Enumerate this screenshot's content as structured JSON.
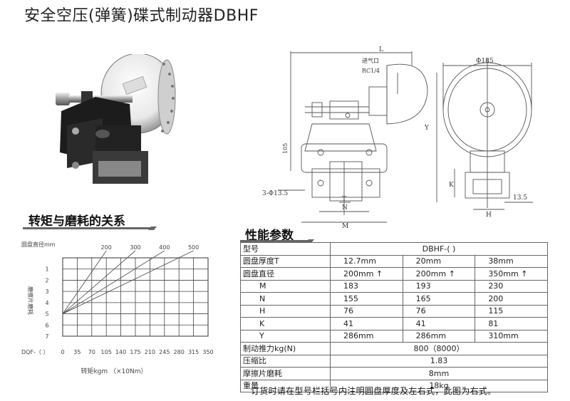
{
  "title": "安全空压(弹簧)碟式制动器DBHF",
  "drawing": {
    "dim_L": "L",
    "dim_diameter": "Φ185",
    "dim_inlet": "进气口",
    "dim_rc": "RC1/4",
    "dim_105": "105",
    "dim_Y": "Y",
    "dim_K": "K",
    "dim_H": "H",
    "dim_13_5": "13.5",
    "dim_holes": "3-Φ13.5",
    "dim_T": "T",
    "dim_N": "N",
    "dim_M": "M"
  },
  "section_chart": "转矩与磨耗的关系",
  "section_table": "性能参数",
  "chart_data": {
    "type": "line",
    "ylabel_top": "圆盘直径mm",
    "ylabel_side": "磨擦片磨耗",
    "xlabel": "转矩kgm （×10Nm）",
    "x_prefix": "DQF-（   ）",
    "x_ticks": [
      "0",
      "35",
      "70",
      "105",
      "140",
      "175",
      "210",
      "245",
      "280",
      "315",
      "350"
    ],
    "y_ticks": [
      "1",
      "2",
      "3",
      "4",
      "5",
      "6",
      "7"
    ],
    "top_ticks": [
      "200",
      "300",
      "400",
      "500"
    ],
    "grid": true,
    "series": [
      {
        "name": "200",
        "from": [
          0,
          5
        ],
        "to": [
          105,
          0
        ]
      },
      {
        "name": "300",
        "from": [
          0,
          5
        ],
        "to": [
          175,
          0
        ]
      },
      {
        "name": "400",
        "from": [
          0,
          5
        ],
        "to": [
          245,
          0
        ]
      },
      {
        "name": "500",
        "from": [
          0,
          5
        ],
        "to": [
          315,
          0
        ]
      }
    ]
  },
  "table": {
    "header_label": "型号",
    "header_value": "DBHF-(  )",
    "rows": [
      {
        "label": "圆盘厚度T",
        "cells": [
          "12.7mm",
          "20mm",
          "38mm"
        ],
        "sub": false
      },
      {
        "label": "圆盘直径",
        "cells": [
          "200mm ↑",
          "200mm ↑",
          "350mm ↑"
        ],
        "sub": false
      },
      {
        "label": "M",
        "cells": [
          "183",
          "193",
          "230"
        ],
        "sub": true
      },
      {
        "label": "N",
        "cells": [
          "155",
          "165",
          "200"
        ],
        "sub": true
      },
      {
        "label": "H",
        "cells": [
          "76",
          "76",
          "115"
        ],
        "sub": true
      },
      {
        "label": "K",
        "cells": [
          "41",
          "41",
          "81"
        ],
        "sub": true
      },
      {
        "label": "Y",
        "cells": [
          "286mm",
          "286mm",
          "310mm"
        ],
        "sub": true
      }
    ],
    "force_label": "制动推力kg(N)",
    "force_value": "800（8000）",
    "ratio_label": "压缩比",
    "ratio_value": "1.83",
    "wear_label": "摩擦片磨耗",
    "wear_value": "8mm",
    "weight_label": "重量",
    "weight_value": "18kg"
  },
  "note": "订货时请在型号栏括号内注明圆盘厚度及左右式，此图为右式。"
}
